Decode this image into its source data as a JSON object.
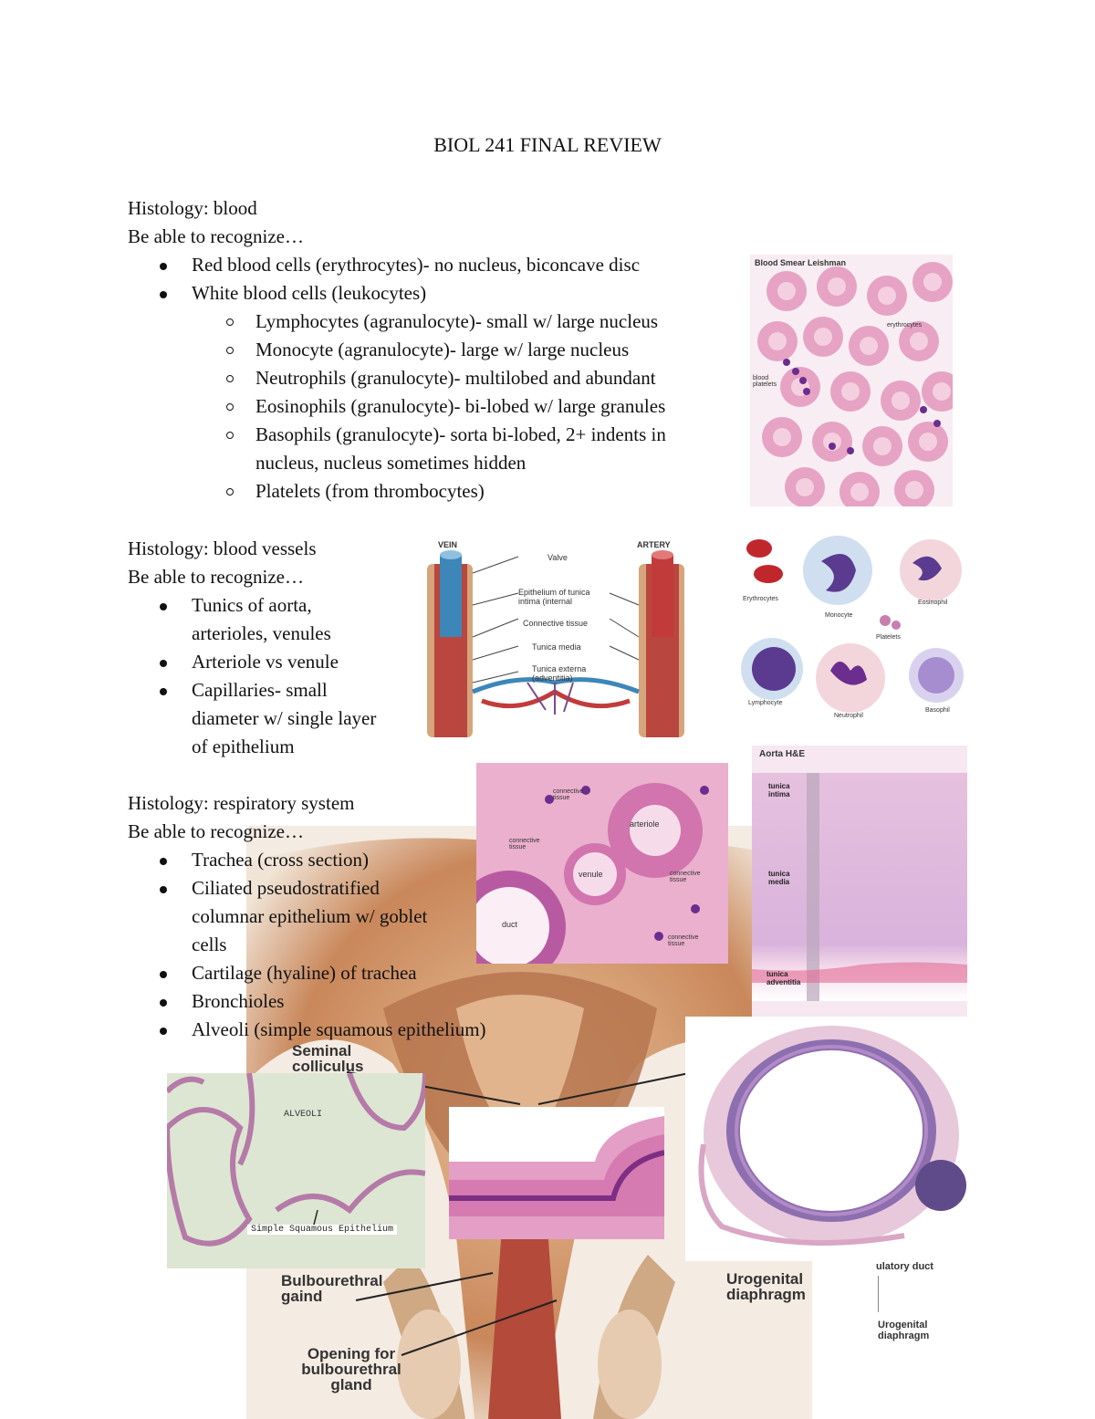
{
  "title": "BIOL 241 FINAL REVIEW",
  "sections": {
    "blood": {
      "heading": "Histology: blood",
      "sub": "Be able to recognize…",
      "items": [
        "Red blood cells (erythrocytes)- no nucleus, biconcave disc",
        "White blood cells (leukocytes)"
      ],
      "subitems": [
        "Lymphocytes (agranulocyte)- small w/ large nucleus",
        "Monocyte (agranulocyte)- large w/ large nucleus",
        "Neutrophils (granulocyte)- multilobed and abundant",
        "Eosinophils (granulocyte)- bi-lobed w/ large granules",
        "Basophils (granulocyte)- sorta bi-lobed, 2+ indents in",
        "nucleus, nucleus sometimes hidden",
        "Platelets (from thrombocytes)"
      ]
    },
    "vessels": {
      "heading": "Histology: blood vessels",
      "sub": "Be able to recognize…",
      "lines": [
        "Tunics of aorta,",
        "arterioles, venules",
        "Arteriole vs venule",
        "Capillaries- small",
        "diameter w/ single layer",
        "of epithelium"
      ]
    },
    "respiratory": {
      "heading": "Histology: respiratory system",
      "sub": "Be able to recognize…",
      "lines": [
        "Trachea (cross section)",
        "Ciliated pseudostratified",
        "columnar epithelium w/ goblet",
        "cells",
        "Cartilage (hyaline) of trachea",
        "Bronchioles",
        "Alveoli (simple squamous epithelium)"
      ]
    }
  },
  "figures": {
    "smear": {
      "title": "Blood Smear Leishman",
      "label_erythrocytes": "erythrocytes",
      "label_platelets": "blood platelets"
    },
    "vessel": {
      "vein": "VEIN",
      "artery": "ARTERY",
      "labels": [
        "Valve",
        "Epithelium of tunica intima (internal",
        "Connective tissue",
        "Tunica media",
        "Tunica externa (adventitia)"
      ]
    },
    "cells": {
      "labels": [
        "Erythrocytes",
        "Monocyte",
        "Eosinophil",
        "Platelets",
        "Lymphocyte",
        "Neutrophil",
        "Basophil"
      ]
    },
    "venule": {
      "labels": [
        "connective tissue",
        "arteriole",
        "connective tissue",
        "venule",
        "connective tissue",
        "duct",
        "connective tissue"
      ]
    },
    "aorta": {
      "title": "Aorta H&E",
      "labels": [
        "tunica intima",
        "tunica media",
        "tunica adventitia"
      ]
    },
    "prostate": {
      "labels": [
        "Seminal colliculus",
        "Bulbourethral gaind",
        "Urogenital diaphragm",
        "Opening for bulbourethral gland",
        "ulatory duct",
        "Urogenital diaphragm"
      ]
    },
    "alveoli": {
      "title": "ALVEOLI",
      "caption": "Simple Squamous Epithelium"
    }
  },
  "colors": {
    "rbc": "#e6a3c4",
    "rbc_center": "#f4cfe0",
    "stain": "#c85a9e",
    "nucleus": "#6b2d8e",
    "artery_red": "#c23b3b",
    "vein_blue": "#3d86b8",
    "tissue_tan": "#d6a57b"
  }
}
